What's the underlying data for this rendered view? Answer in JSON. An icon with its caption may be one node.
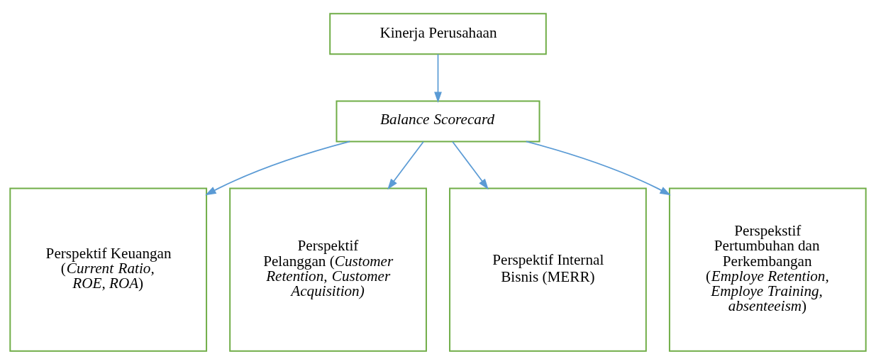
{
  "diagram": {
    "nodes": [
      {
        "text": [
          "Kinerja Perusahaan"
        ]
      },
      {
        "text": [
          "Balance Scorecard"
        ]
      },
      {
        "text": [
          "Perspektif Keuangan (*Current Ratio, ROE, ROA*)"
        ]
      },
      {
        "text": [
          "Perspektif Pelanggan (*Customer Retention, Customer Acquisition)*"
        ]
      },
      {
        "text": [
          "Perspektif Internal Bisnis (MERR)"
        ]
      },
      {
        "text": [
          "Perspekstif Pertumbuhan dan Perkembangan (*Employe Retention, Employe Training, absenteeism*)"
        ]
      }
    ],
    "edges": [
      {
        "from": 0,
        "to": 1,
        "arrow": "to"
      },
      {
        "from": 1,
        "to": 2,
        "arrow": "to"
      },
      {
        "from": 1,
        "to": 3,
        "arrow": "to"
      },
      {
        "from": 1,
        "to": 4,
        "arrow": "to"
      },
      {
        "from": 1,
        "to": 5,
        "arrow": "to"
      }
    ]
  }
}
